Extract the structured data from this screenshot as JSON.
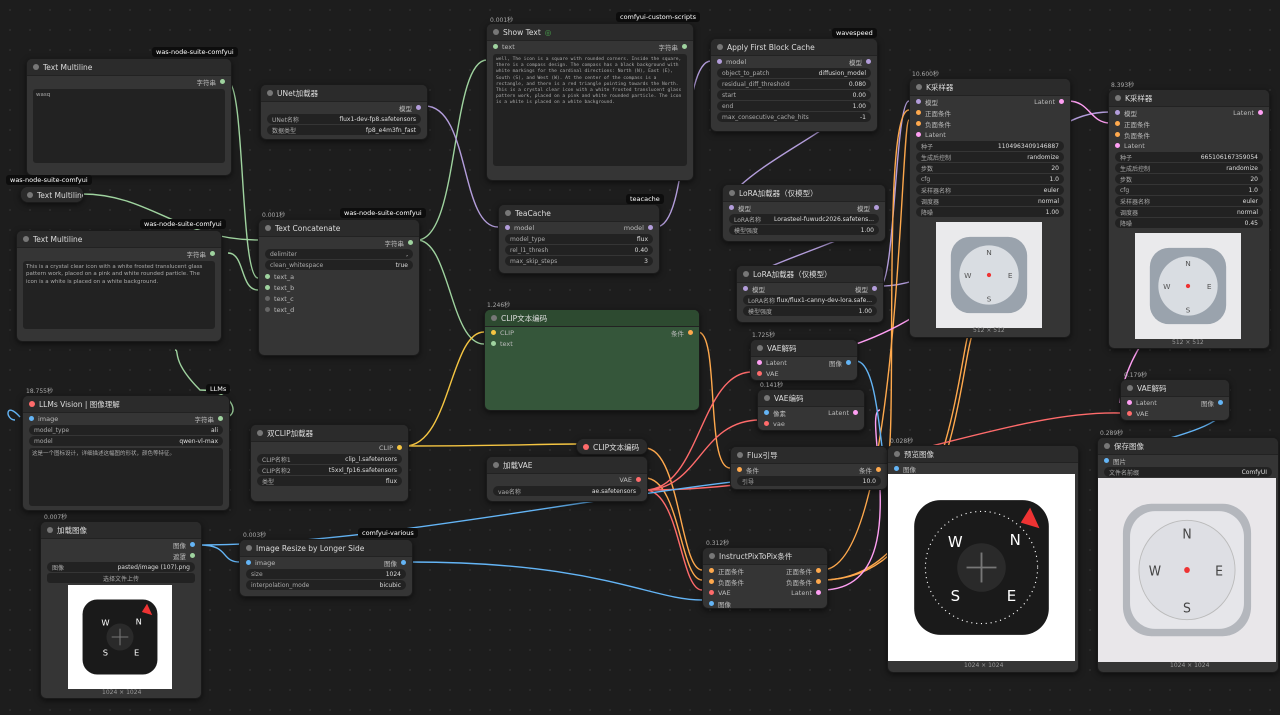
{
  "colors": {
    "accent": "#4caf50",
    "clip": "#f5c542",
    "model": "#b39ddb",
    "vae": "#ff6b6b",
    "latent": "#ff9ff3",
    "image": "#64b5f6",
    "cond": "#ffa94d"
  },
  "nodes": {
    "text_multiline_1": {
      "tag": "was-node-suite-comfyui",
      "title": "Text Multiline",
      "out": "字符串",
      "text": "wasq"
    },
    "text_multiline_collapsed": {
      "tag": "was-node-suite-comfyui",
      "title": "Text Multiline"
    },
    "text_multiline_2": {
      "tag": "was-node-suite-comfyui",
      "title": "Text Multiline",
      "out": "字符串",
      "text": "This is a crystal clear icon with a white frosted translucent glass pattern work, placed on a pink and white rounded particle. The icon is a white is placed on a white background."
    },
    "unet": {
      "title": "UNet加载器",
      "out": "模型",
      "w1_label": "UNet名称",
      "w1_val": "flux1-dev-fp8.safetensors",
      "w2_label": "数据类型",
      "w2_val": "fp8_e4m3fn_fast"
    },
    "text_concat": {
      "time": "0.001秒",
      "tag": "was-node-suite-comfyui",
      "title": "Text Concatenate",
      "out": "字符串",
      "w1_label": "delimiter",
      "w1_val": ",",
      "w2_label": "clean_whitespace",
      "w2_val": "true",
      "in1": "text_a",
      "in2": "text_b",
      "in3": "text_c",
      "in4": "text_d"
    },
    "show_text": {
      "time": "0.001秒",
      "tag": "comfyui-custom-scripts",
      "title": "Show Text",
      "in": "text",
      "out": "字符串",
      "text": "well, The icon is a square with rounded corners. Inside the square, there is a compass design. The compass has a black background with white markings for the cardinal directions: North (N), East (E), South (S), and West (W). At the center of the compass is a rectangle, and there is a red triangle pointing towards the North. This is a crystal clear icon with a white frosted translucent glass pattern work, placed on a pink and white rounded particle. The icon is a white is placed on a white background."
    },
    "teacache": {
      "tag": "teacache",
      "title": "TeaCache",
      "in": "model",
      "out": "model",
      "w1_label": "model_type",
      "w1_val": "flux",
      "w2_label": "rel_l1_thresh",
      "w2_val": "0.40",
      "w3_label": "max_skip_steps",
      "w3_val": "3"
    },
    "fbc": {
      "tag": "wavespeed",
      "title": "Apply First Block Cache",
      "in": "model",
      "out": "模型",
      "w1_label": "object_to_patch",
      "w1_val": "diffusion_model",
      "w2_label": "residual_diff_threshold",
      "w2_val": "0.080",
      "w3_label": "start",
      "w3_val": "0.00",
      "w4_label": "end",
      "w4_val": "1.00",
      "w5_label": "max_consecutive_cache_hits",
      "w5_val": "-1"
    },
    "lora1": {
      "title": "LoRA加载器（仅模型）",
      "in": "模型",
      "out": "模型",
      "w1_label": "LoRA名称",
      "w1_val": "Lorasteel-fuwudc2026.safetens...",
      "w2_label": "模型强度",
      "w2_val": "1.00"
    },
    "lora2": {
      "title": "LoRA加载器（仅模型）",
      "in": "模型",
      "out": "模型",
      "w1_label": "LoRA名称",
      "w1_val": "flux/flux1-canny-dev-lora.safe...",
      "w2_label": "模型强度",
      "w2_val": "1.00"
    },
    "clip_text": {
      "time": "1.246秒",
      "title": "CLIP文本编码",
      "in1": "CLIP",
      "in2": "text",
      "out": "条件"
    },
    "dual_clip": {
      "title": "双CLIP加载器",
      "out": "CLIP",
      "w1_label": "CLIP名称1",
      "w1_val": "clip_l.safetensors",
      "w2_label": "CLIP名称2",
      "w2_val": "t5xxl_fp16.safetensors",
      "w3_label": "类型",
      "w3_val": "flux"
    },
    "clip_text_collapsed": {
      "title": "CLIP文本编码"
    },
    "vae_loader": {
      "title": "加载VAE",
      "out": "VAE",
      "w1_label": "vae名称",
      "w1_val": "ae.safetensors"
    },
    "llm": {
      "time": "18.755秒",
      "tag": "LLMs",
      "title": "LLMs Vision | 图像理解",
      "in": "image",
      "out": "字符串",
      "w1_label": "model_type",
      "w1_val": "ali",
      "w2_label": "model",
      "w2_val": "qwen-vl-max",
      "text": "这是一个图标设计，详细描述这幅图的形状，颜色等特征。"
    },
    "ksampler1": {
      "time": "10.600秒",
      "title": "K采样器",
      "in1": "模型",
      "in2": "正面条件",
      "in3": "负面条件",
      "in4": "Latent",
      "out": "Latent",
      "w1_label": "种子",
      "w1_val": "1104963409146887",
      "w2_label": "生成后控制",
      "w2_val": "randomize",
      "w3_label": "步数",
      "w3_val": "20",
      "w4_label": "cfg",
      "w4_val": "1.0",
      "w5_label": "采样器名称",
      "w5_val": "euler",
      "w6_label": "调度器",
      "w6_val": "normal",
      "w7_label": "降噪",
      "w7_val": "1.00",
      "size": "512 × 512"
    },
    "ksampler2": {
      "time": "8.393秒",
      "title": "K采样器",
      "in1": "模型",
      "in2": "正面条件",
      "in3": "负面条件",
      "in4": "Latent",
      "out": "Latent",
      "w1_label": "种子",
      "w1_val": "665106167359054",
      "w2_label": "生成后控制",
      "w2_val": "randomize",
      "w3_label": "步数",
      "w3_val": "20",
      "w4_label": "cfg",
      "w4_val": "1.0",
      "w5_label": "采样器名称",
      "w5_val": "euler",
      "w6_label": "调度器",
      "w6_val": "normal",
      "w7_label": "降噪",
      "w7_val": "0.45",
      "size": "512 × 512"
    },
    "vae_decode1": {
      "time": "1.725秒",
      "title": "VAE解码",
      "in1": "Latent",
      "in2": "VAE",
      "out": "图像"
    },
    "vae_encode": {
      "time": "0.141秒",
      "title": "VAE编码",
      "in1": "像素",
      "in2": "vae",
      "out": "Latent"
    },
    "vae_decode2": {
      "time": "0.179秒",
      "title": "VAE解码",
      "in1": "Latent",
      "in2": "VAE",
      "out": "图像"
    },
    "flux_guide": {
      "title": "Flux引导",
      "in": "条件",
      "out": "条件",
      "w1_label": "引导",
      "w1_val": "10.0"
    },
    "preview": {
      "time": "0.028秒",
      "title": "预览图像",
      "in": "图像",
      "size": "1024 × 1024"
    },
    "save": {
      "time": "0.289秒",
      "title": "保存图像",
      "in": "图片",
      "w1_label": "文件名前缀",
      "w1_val": "ComfyUI",
      "size": "1024 × 1024"
    },
    "load_image": {
      "time": "0.007秒",
      "title": "加载图像",
      "out1": "图像",
      "out2": "遮罩",
      "w1_label": "图像",
      "w1_val": "pasted/image (107).png",
      "btn": "选择文件上传",
      "size": "1024 × 1024"
    },
    "resize": {
      "time": "0.003秒",
      "tag": "comfyui-various",
      "title": "Image Resize by Longer Side",
      "in": "image",
      "out": "图像",
      "w1_label": "size",
      "w1_val": "1024",
      "w2_label": "interpolation_mode",
      "w2_val": "bicubic"
    },
    "ip2p": {
      "time": "0.312秒",
      "title": "InstructPixToPix条件",
      "in1": "正面条件",
      "in2": "负面条件",
      "in3": "VAE",
      "in4": "图像",
      "out1": "正面条件",
      "out2": "负面条件",
      "out3": "Latent"
    }
  },
  "compass": {
    "n": "N",
    "e": "E",
    "s": "S",
    "w": "W"
  }
}
